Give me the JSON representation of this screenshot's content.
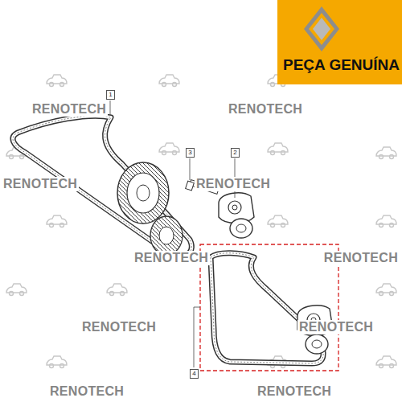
{
  "diagram": {
    "labels": [
      "PEÇA GENUÍNA",
      "1",
      "3",
      "2",
      "4",
      "RENOTECH",
      "RENOTECH",
      "RENOTECH",
      "RENOTECH",
      "RENOTECH",
      "RENOTECH",
      "RENOTECH",
      "RENOTECH",
      "RENOTECH",
      "RENOTECH"
    ]
  }
}
